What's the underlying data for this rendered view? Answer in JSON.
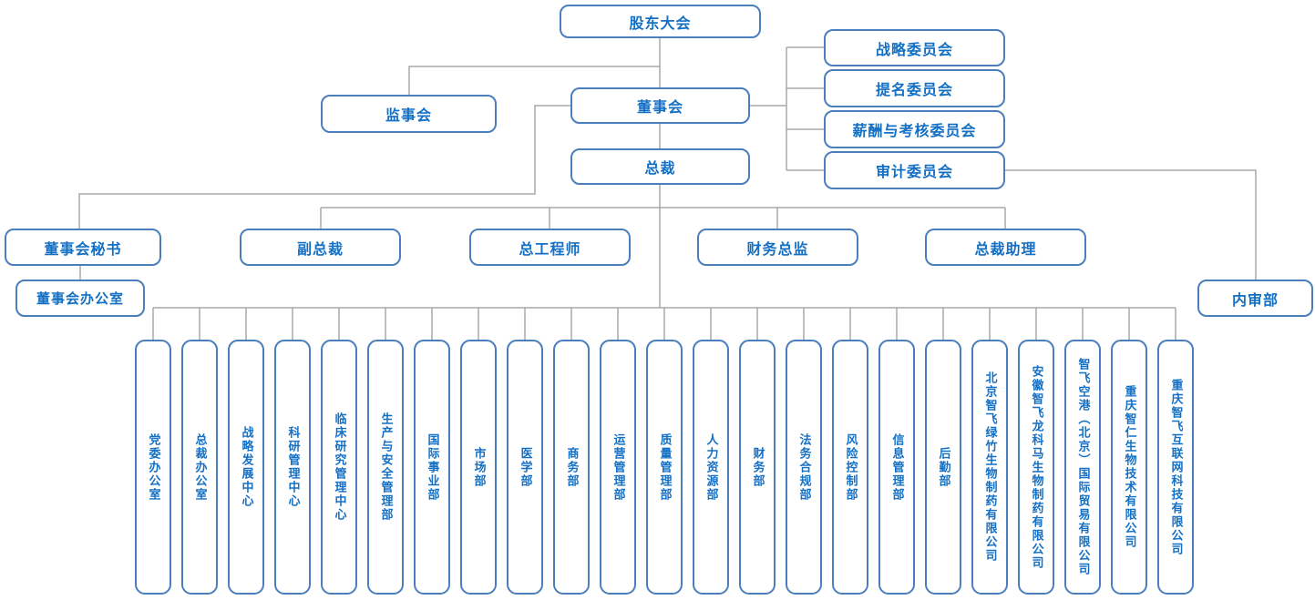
{
  "org": {
    "shareholders_meeting": "股东大会",
    "supervisory_board": "监事会",
    "board": "董事会",
    "president": "总裁",
    "committees": [
      "战略委员会",
      "提名委员会",
      "薪酬与考核委员会",
      "审计委员会"
    ],
    "executives": [
      "董事会秘书",
      "副总裁",
      "总工程师",
      "财务总监",
      "总裁助理"
    ],
    "board_office": "董事会办公室",
    "internal_audit": "内审部",
    "departments": [
      "党委办公室",
      "总裁办公室",
      "战略发展中心",
      "科研管理中心",
      "临床研究管理中心",
      "生产与安全管理部",
      "国际事业部",
      "市场部",
      "医学部",
      "商务部",
      "运营管理部",
      "质量管理部",
      "人力资源部",
      "财务部",
      "法务合规部",
      "风险控制部",
      "信息管理部",
      "后勤部",
      "北京智飞绿竹生物制药有限公司",
      "安徽智飞龙科马生物制药有限公司",
      "智飞空港（北京）国际贸易有限公司",
      "重庆智仁生物技术有限公司",
      "重庆智飞互联网科技有限公司"
    ],
    "colors": {
      "box_border": "#4a7ebd",
      "box_text": "#1470c4",
      "connector": "#a8a8a8",
      "background": "#ffffff"
    }
  }
}
